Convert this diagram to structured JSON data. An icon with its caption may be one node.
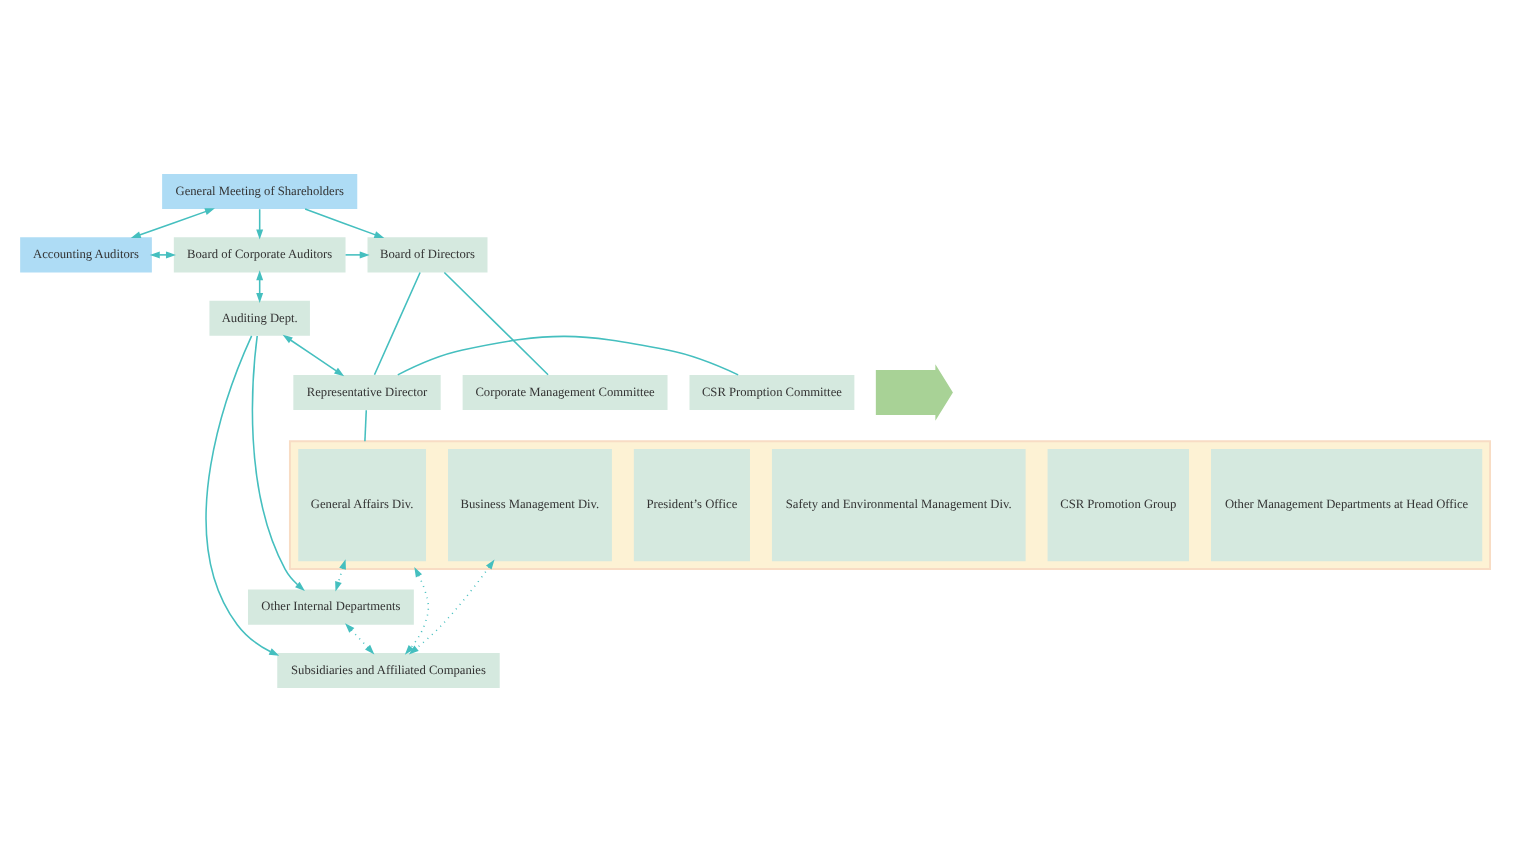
{
  "diagram": {
    "nodes": [
      {
        "text": [
          "General Meeting of Shareholders"
        ]
      },
      {
        "text": [
          "Accounting Auditors"
        ]
      },
      {
        "text": [
          "Board of Corporate Auditors"
        ]
      },
      {
        "text": [
          "Board of Directors"
        ]
      },
      {
        "text": [
          "Corporate Management Committee"
        ]
      },
      {
        "text": [
          "Representative Director"
        ]
      },
      {
        "text": [
          "CSR Promption Committee"
        ]
      },
      {
        "text": [],
        "shape": "arrow"
      },
      {
        "text": [],
        "shape": "box"
      },
      {
        "text": [
          "General Affairs Div."
        ],
        "in": 8
      },
      {
        "text": [
          "Business Management Div."
        ],
        "in": 8
      },
      {
        "text": [
          "President’s Office"
        ],
        "in": 8
      },
      {
        "text": [
          "Safety and Environmental Management Div."
        ],
        "in": 8
      },
      {
        "text": [
          "CSR Promotion Group"
        ],
        "in": 8
      },
      {
        "text": [
          "Other Management Departments at Head Office"
        ],
        "in": 8
      },
      {
        "text": [
          "Auditing Dept."
        ]
      },
      {
        "text": [
          "Other Internal Departments"
        ]
      },
      {
        "text": [
          "Subsidiaries and Affiliated Companies"
        ]
      }
    ],
    "edges": [
      {
        "from": 1,
        "to": 0,
        "arrow": "both"
      },
      {
        "from": 0,
        "to": 2,
        "arrow": "to"
      },
      {
        "from": 1,
        "to": 2,
        "arrow": "both"
      },
      {
        "from": 2,
        "to": 3,
        "arrow": "to"
      },
      {
        "from": 0,
        "to": 3,
        "arrow": "to"
      },
      {
        "from": 3,
        "to": 5,
        "arrow": "none"
      },
      {
        "from": 3,
        "to": 4,
        "arrow": "none"
      },
      {
        "from": 5,
        "to": 6,
        "arrow": "none"
      },
      {
        "from": 5,
        "to": 8,
        "arrow": "none"
      },
      {
        "from": 2,
        "to": 15,
        "arrow": "both"
      },
      {
        "from": 15,
        "to": 5,
        "arrow": "both"
      },
      {
        "from": 15,
        "to": 16,
        "arrow": "to"
      },
      {
        "from": 15,
        "to": 17,
        "arrow": "to"
      },
      {
        "from": 9,
        "to": 16,
        "arrow": "both",
        "style": "dashed"
      },
      {
        "from": 16,
        "to": 17,
        "arrow": "both",
        "style": "dashed"
      },
      {
        "from": 10,
        "to": 17,
        "arrow": "both",
        "style": "dashed"
      },
      {
        "from": 8,
        "to": 17,
        "arrow": "both",
        "style": "dashed"
      }
    ]
  }
}
